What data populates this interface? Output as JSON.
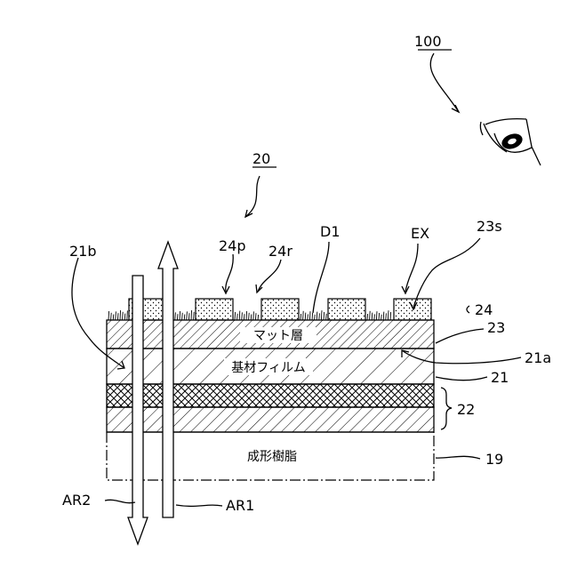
{
  "figure": {
    "labels": {
      "viewer": "100",
      "film": "20",
      "printed_portion": "24p",
      "recess": "24r",
      "direction": "D1",
      "external_light": "EX",
      "mat_surface": "23s",
      "layer_24": "24",
      "layer_23": "23",
      "surface_21a": "21a",
      "layer_21": "21",
      "layer_22": "22",
      "layer_19": "19",
      "surface_21b": "21b",
      "arrow_ar2": "AR2",
      "arrow_ar1": "AR1"
    },
    "layer_names": {
      "mat_layer": "マット層",
      "base_film": "基材フィルム",
      "molded_resin": "成形樹脂"
    }
  }
}
